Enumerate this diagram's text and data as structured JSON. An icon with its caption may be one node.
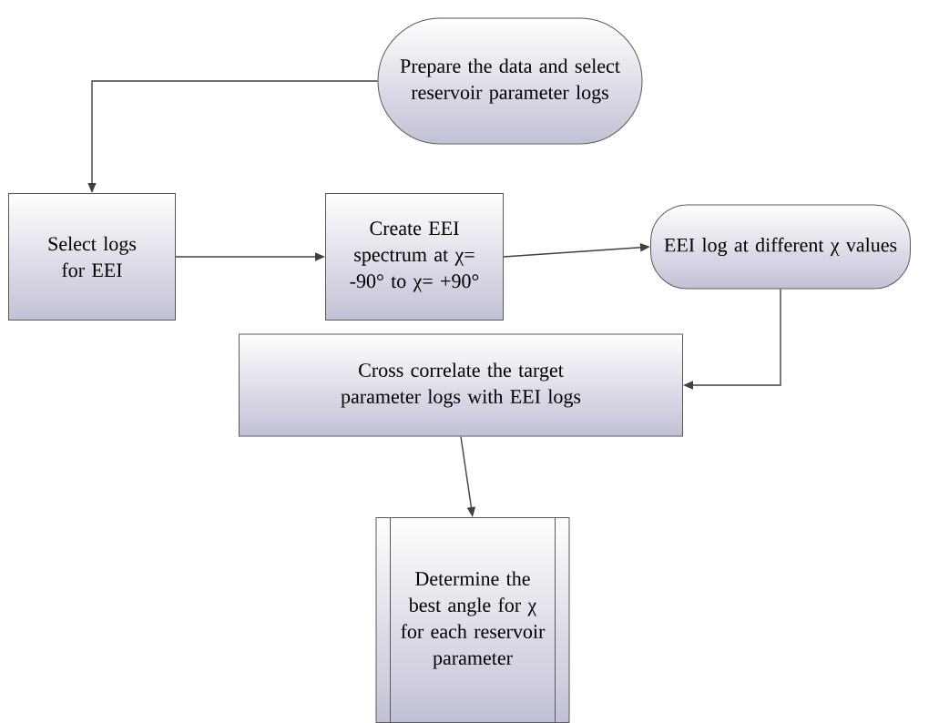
{
  "diagram": {
    "nodes": [
      {
        "text": [
          "Prepare the data and select reservoir parameter logs"
        ]
      },
      {
        "text": [
          "Select logs for EEI"
        ]
      },
      {
        "text": [
          "Create EEI spectrum at χ= -90° to χ= +90°"
        ]
      },
      {
        "text": [
          "EEI log at different χ values"
        ]
      },
      {
        "text": [
          "Cross correlate the target parameter logs with EEI logs"
        ]
      },
      {
        "text": [
          "Determine the best angle for χ for each reservoir parameter"
        ]
      }
    ],
    "edges": [
      {
        "from": 0,
        "to": 1,
        "arrow": "to"
      },
      {
        "from": 1,
        "to": 2,
        "arrow": "to"
      },
      {
        "from": 2,
        "to": 3,
        "arrow": "to"
      },
      {
        "from": 3,
        "to": 4,
        "arrow": "to"
      },
      {
        "from": 4,
        "to": 5,
        "arrow": "to"
      }
    ]
  }
}
